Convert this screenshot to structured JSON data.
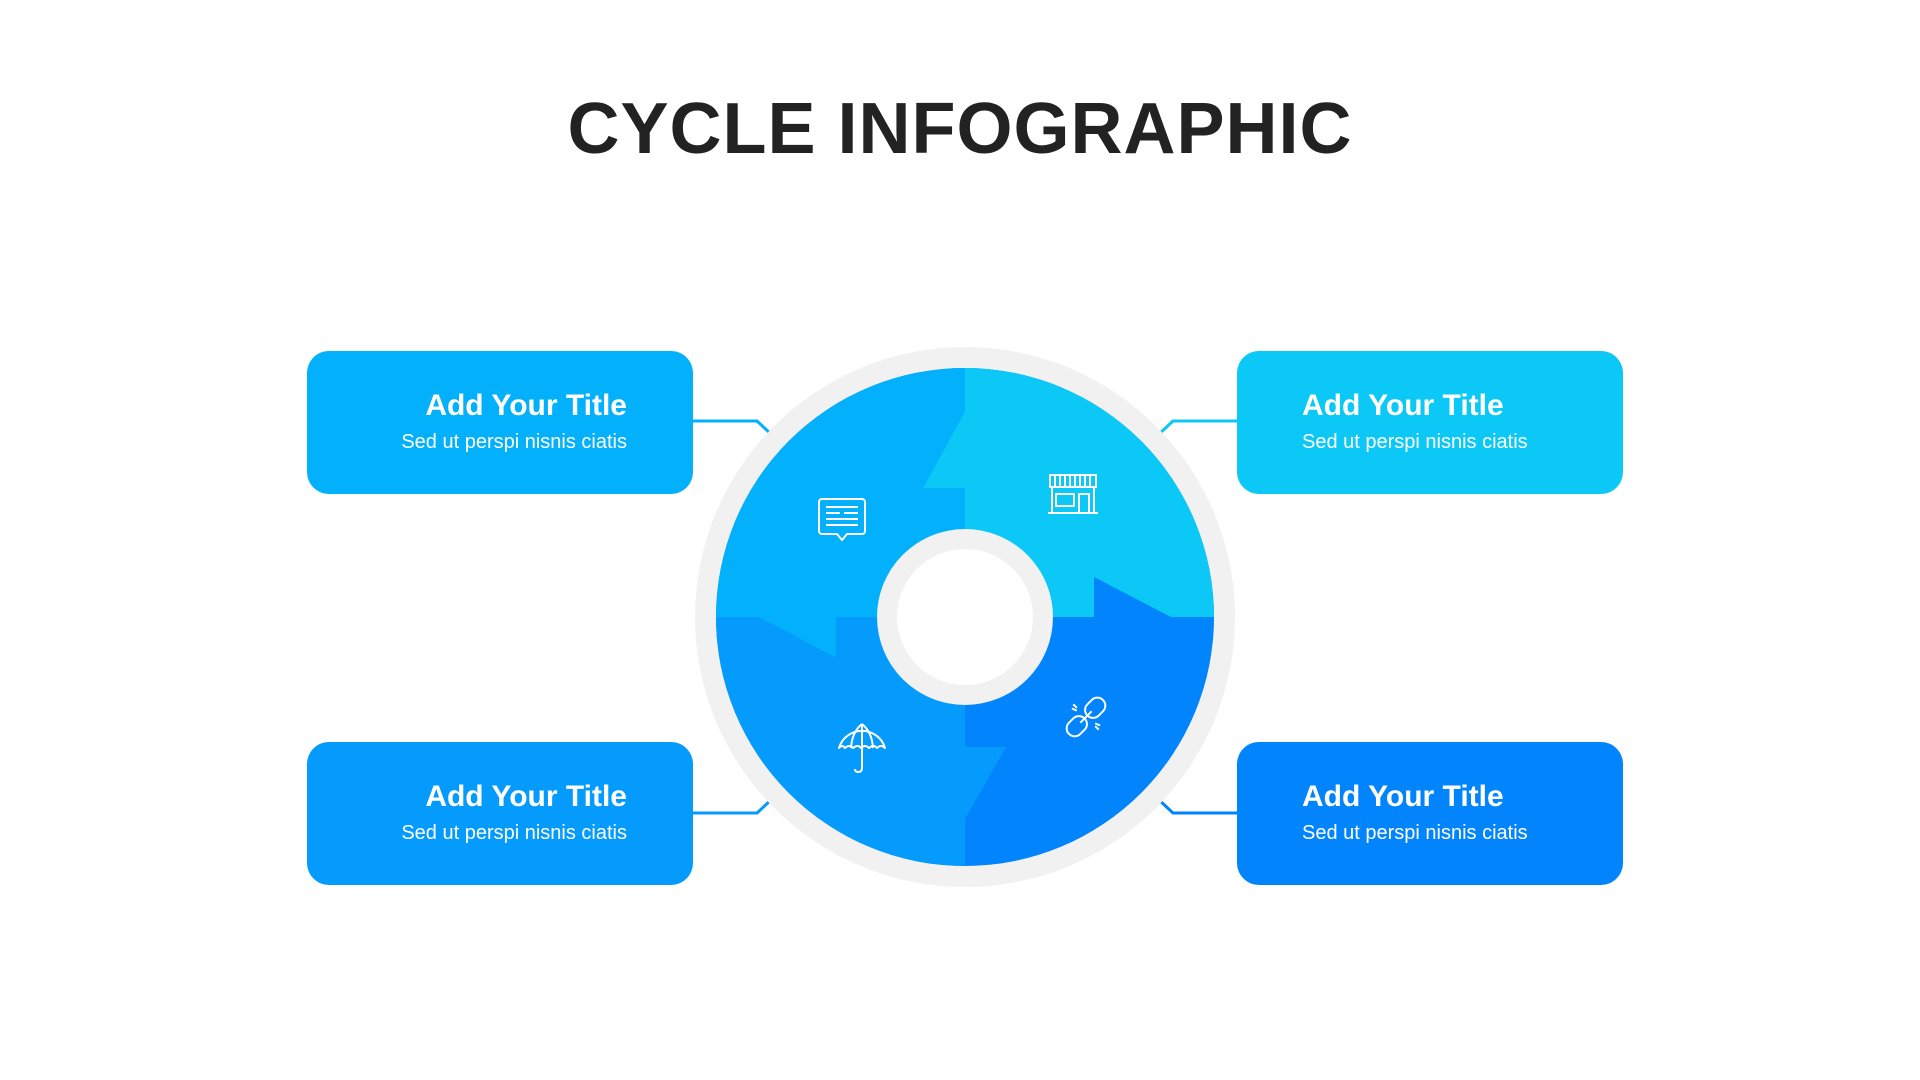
{
  "title": "CYCLE INFOGRAPHIC",
  "colors": {
    "top_left": "#03b0fc",
    "top_right": "#0bc8f6",
    "bottom_left": "#049bfc",
    "bottom_right": "#0184fc",
    "ring": "#f1f1f1"
  },
  "steps": [
    {
      "title": "Add Your Title",
      "text": "Sed ut perspi nisnis ciatis",
      "icon": "chat-icon"
    },
    {
      "title": "Add Your Title",
      "text": "Sed ut perspi nisnis ciatis",
      "icon": "store-icon"
    },
    {
      "title": "Add Your Title",
      "text": "Sed ut perspi nisnis ciatis",
      "icon": "umbrella-icon"
    },
    {
      "title": "Add Your Title",
      "text": "Sed ut perspi nisnis ciatis",
      "icon": "broken-link-icon"
    }
  ]
}
